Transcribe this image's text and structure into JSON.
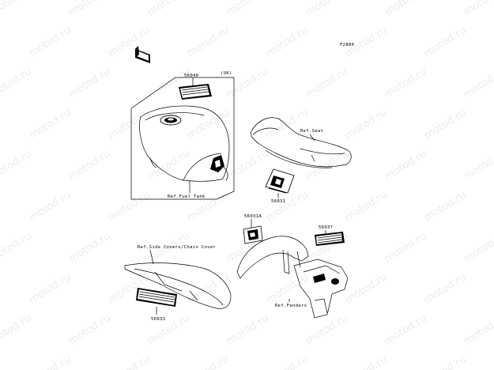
{
  "watermark": "motod.ru",
  "figure_code": "F2880",
  "region": "(UK)",
  "parts": {
    "p56040": "56040",
    "p56031": "56031",
    "p56031A": "56031A",
    "p56037": "56037",
    "p56033": "56033"
  },
  "refs": {
    "fuel_tank": "Ref.Fuel Tank",
    "seat": "Ref.Seat",
    "side_covers": "Ref.Side Covers/Chain Cover",
    "fenders": "Ref.Fenders"
  }
}
